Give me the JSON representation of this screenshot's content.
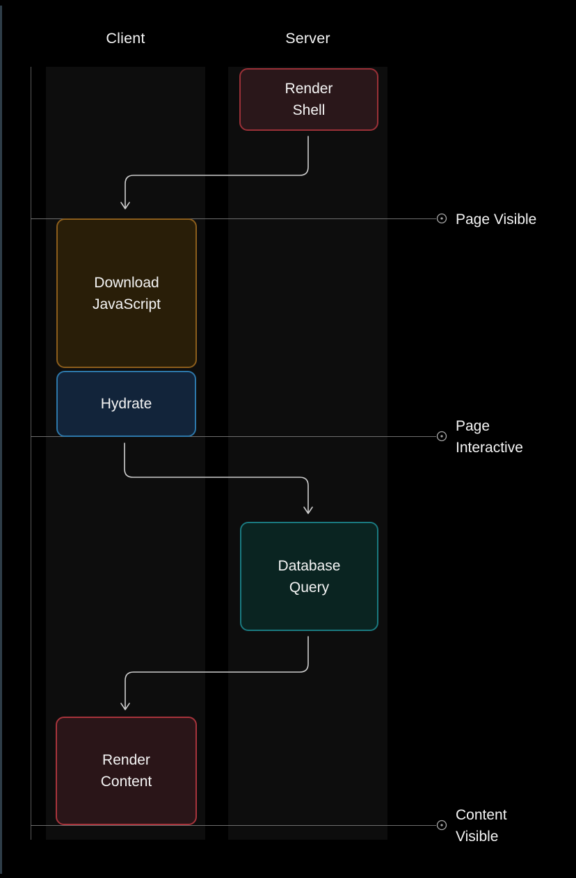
{
  "columns": [
    {
      "id": "client",
      "label": "Client"
    },
    {
      "id": "server",
      "label": "Server"
    }
  ],
  "nodes": [
    {
      "id": "render-shell",
      "label": "Render\nShell",
      "lane": "server",
      "border_color": "#9c3138",
      "fill_color": "#2a171a"
    },
    {
      "id": "download-javascript",
      "label": "Download\nJavaScript",
      "lane": "client",
      "border_color": "#8c5e1c",
      "fill_color": "#291e08"
    },
    {
      "id": "hydrate",
      "label": "Hydrate",
      "lane": "client",
      "border_color": "#2d78aa",
      "fill_color": "#12243a"
    },
    {
      "id": "database-query",
      "label": "Database\nQuery",
      "lane": "server",
      "border_color": "#1a7a80",
      "fill_color": "#0a2421"
    },
    {
      "id": "render-content",
      "label": "Render\nContent",
      "lane": "client",
      "border_color": "#a8343c",
      "fill_color": "#2a1518"
    }
  ],
  "edges": [
    {
      "from": "render-shell",
      "to": "download-javascript"
    },
    {
      "from": "hydrate",
      "to": "database-query"
    },
    {
      "from": "database-query",
      "to": "render-content"
    }
  ],
  "milestones": [
    {
      "id": "page-visible",
      "label": "Page Visible"
    },
    {
      "id": "page-interactive",
      "label": "Page\nInteractive"
    },
    {
      "id": "content-visible",
      "label": "Content\nVisible"
    }
  ],
  "colors": {
    "background": "#000000",
    "lane_fill": "#0d0d0d",
    "axis_line": "#5a5a5a",
    "milestone_line": "#6e6e6e",
    "milestone_marker": "#a8a8a8",
    "connector": "#cfcfcf",
    "text": "#f5f5f5",
    "edge_highlight": "#2e3d48"
  }
}
